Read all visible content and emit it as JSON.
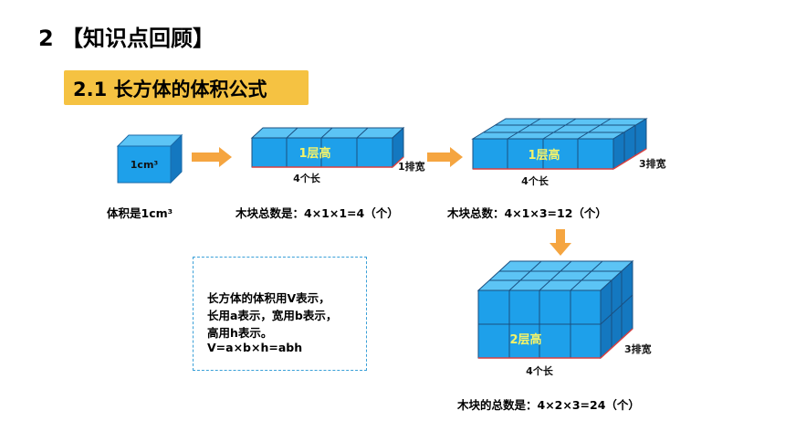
{
  "header": {
    "title": "2 【知识点回顾】",
    "subtitle": "2.1 长方体的体积公式"
  },
  "diagram": {
    "unit_cube_label": "1cm³",
    "row1_height_label": "1层高",
    "row1_length_label": "4个长",
    "row1_width_label": "1排宽",
    "row2_height_label": "1层高",
    "row2_length_label": "4个长",
    "row2_width_label": "3排宽",
    "row3_height_label": "2层高",
    "row3_length_label": "4个长",
    "row3_width_label": "3排宽"
  },
  "captions": {
    "unit_volume": "体积是1cm³",
    "count1": "木块总数是：4×1×1=4（个）",
    "count2": "木块总数：4×1×3=12（个）",
    "count3": "木块的总数是：4×2×3=24（个）"
  },
  "formula": {
    "line1": "长方体的体积用V表示，",
    "line2": "长用a表示，宽用b表示，",
    "line3": "高用h表示。",
    "line4": "V=a×b×h=abh"
  },
  "colors": {
    "cube_front": "#1ea0ea",
    "cube_top": "#5cc4f5",
    "cube_side": "#1478c0",
    "edge_red": "#d84040",
    "arrow": "#f5a540",
    "subtitle_bg": "#f5c242",
    "dashed_border": "#3aa0d8"
  }
}
